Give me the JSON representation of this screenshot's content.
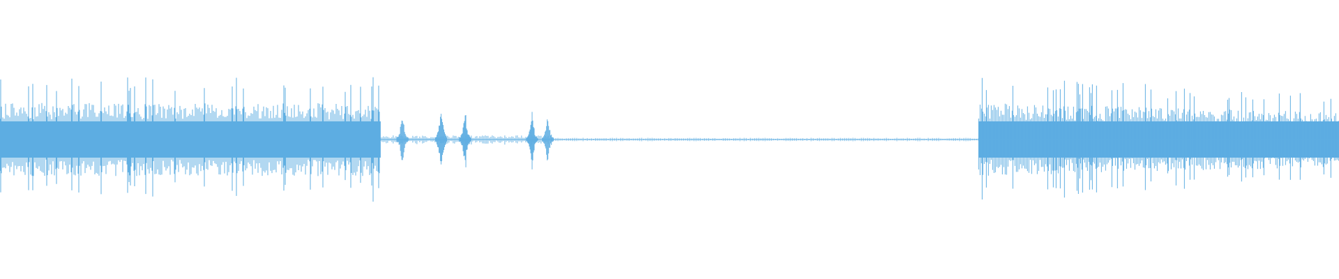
{
  "waveform": {
    "color": "#5dade2",
    "segments": [
      {
        "kind": "dense",
        "start": 0.0,
        "end": 0.2843,
        "amp_min": 0.12,
        "amp_max": 0.5
      },
      {
        "kind": "burst",
        "at": 0.3006,
        "amp": 0.28
      },
      {
        "kind": "burst",
        "at": 0.3294,
        "amp": 0.32
      },
      {
        "kind": "burst",
        "at": 0.3474,
        "amp": 0.3
      },
      {
        "kind": "burst",
        "at": 0.3974,
        "amp": 0.26
      },
      {
        "kind": "burst",
        "at": 0.4092,
        "amp": 0.24
      },
      {
        "kind": "silence",
        "start": 0.412,
        "end": 0.7309
      },
      {
        "kind": "dense",
        "start": 0.7309,
        "end": 1.0,
        "amp_min": 0.12,
        "amp_max": 0.5
      }
    ]
  }
}
